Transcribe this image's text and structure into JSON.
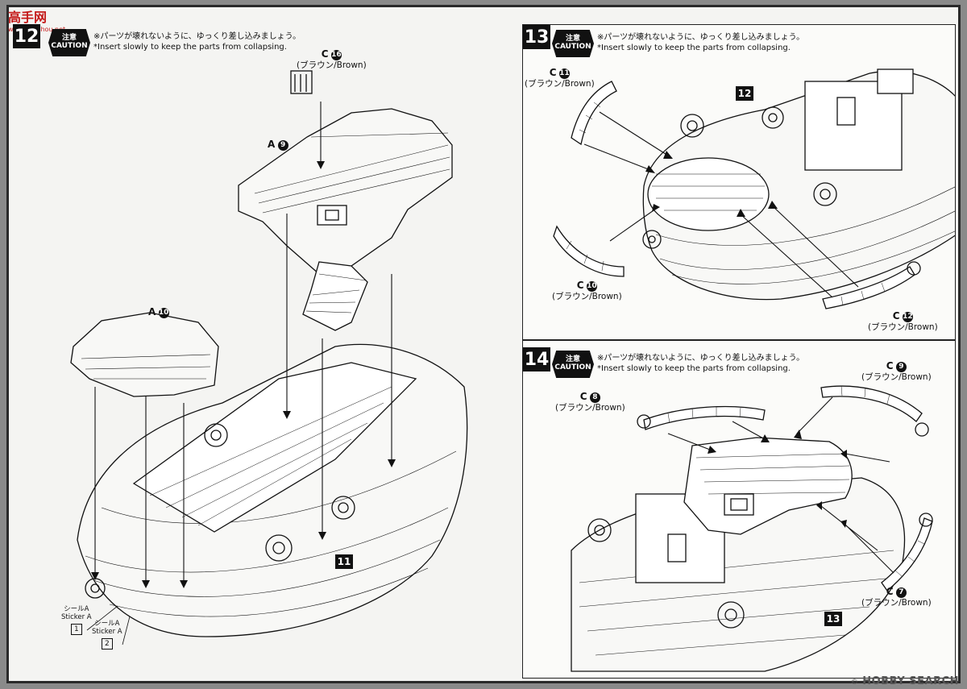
{
  "site_logo": {
    "text": "高手网",
    "sub": "www.gaoshou.net"
  },
  "watermark": {
    "copyright": "©",
    "text": "HOBBY SEARCH"
  },
  "caution": {
    "jp": "注意",
    "en": "CAUTION"
  },
  "steps": {
    "s12": {
      "number": "12",
      "note_jp": "※パーツが壊れないように、ゆっくり差し込みましょう。",
      "note_en": "*Insert slowly to keep the parts from collapsing.",
      "parts": {
        "c16": {
          "letter": "C",
          "num": "16",
          "color": "(ブラウン/Brown)"
        },
        "a9": {
          "letter": "A",
          "num": "9"
        },
        "a10": {
          "letter": "A",
          "num": "10"
        }
      },
      "ref": "11",
      "stickers": [
        {
          "jp": "シールA",
          "en": "Sticker A",
          "num": "1"
        },
        {
          "jp": "シールA",
          "en": "Sticker A",
          "num": "2"
        }
      ]
    },
    "s13": {
      "number": "13",
      "note_jp": "※パーツが壊れないように、ゆっくり差し込みましょう。",
      "note_en": "*Insert slowly to keep the parts from collapsing.",
      "parts": {
        "c11": {
          "letter": "C",
          "num": "11",
          "color": "(ブラウン/Brown)"
        },
        "c10": {
          "letter": "C",
          "num": "10",
          "color": "(ブラウン/Brown)"
        },
        "c12": {
          "letter": "C",
          "num": "12",
          "color": "(ブラウン/Brown)"
        }
      },
      "ref": "12"
    },
    "s14": {
      "number": "14",
      "note_jp": "※パーツが壊れないように、ゆっくり差し込みましょう。",
      "note_en": "*Insert slowly to keep the parts from collapsing.",
      "parts": {
        "c8": {
          "letter": "C",
          "num": "8",
          "color": "(ブラウン/Brown)"
        },
        "c9": {
          "letter": "C",
          "num": "9",
          "color": "(ブラウン/Brown)"
        },
        "c7": {
          "letter": "C",
          "num": "7",
          "color": "(ブラウン/Brown)"
        }
      },
      "ref": "13"
    }
  }
}
